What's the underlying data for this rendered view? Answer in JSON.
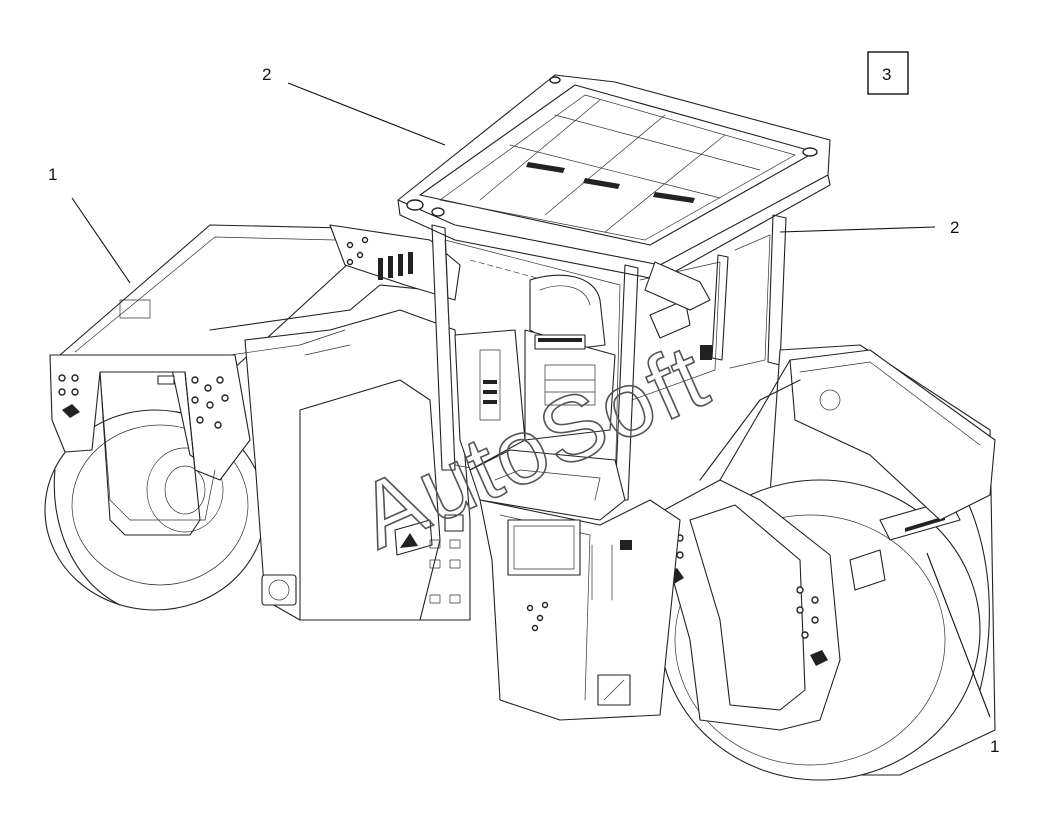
{
  "figure_number": "3",
  "callouts": {
    "drum_front": "1",
    "cab_top_left": "2",
    "cab_right": "2",
    "drum_rear": "1"
  },
  "watermark": "AutoSoft",
  "colors": {
    "line": "#222222",
    "background": "#ffffff"
  }
}
